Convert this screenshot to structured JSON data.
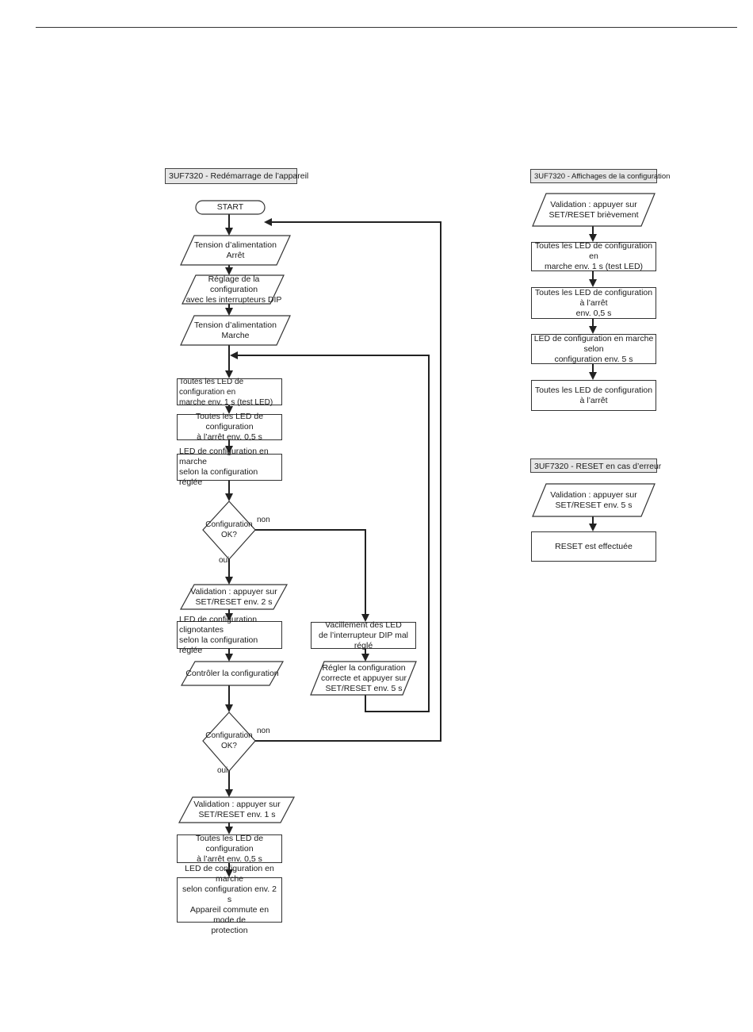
{
  "left_flow": {
    "title": "3UF7320 - Redémarrage de l’appareil",
    "start": "START",
    "steps": {
      "s1": "Tension d’alimentation\nArrêt",
      "s2": "Réglage de la configuration\navec les interrupteurs DIP",
      "s3": "Tension d’alimentation\nMarche",
      "s4": "Toutes les LED de configuration en\nmarche env. 1 s (test LED)",
      "s5": "Toutes les LED de configuration\nà l’arrêt env. 0,5 s",
      "s6": "LED de configuration en marche\nselon la configuration réglée",
      "d1": "Configuration\nOK?",
      "s7": "Validation : appuyer sur\nSET/RESET env. 2 s",
      "s8": "LED de configuration clignotantes\nselon la configuration réglée",
      "s9": "Contrôler la configuration",
      "d2": "Configuration\nOK?",
      "s10": "Validation :  appuyer sur\nSET/RESET env. 1 s",
      "s11": "Toutes les LED de configuration\nà l’arrêt env. 0,5 s",
      "s12": "LED de configuration en marche\nselon configuration env. 2 s\nAppareil commute en mode de\nprotection",
      "e1": "Vacillement des LED\nde l’interrupteur DIP mal réglé",
      "e2": "Régler la configuration\ncorrecte et appuyer sur\nSET/RESET env. 5 s"
    },
    "labels": {
      "non1": "non",
      "oui1": "oui",
      "non2": "non",
      "oui2": "oui"
    }
  },
  "right_flow_display": {
    "title": "3UF7320 - Affichages de la configuration",
    "steps": {
      "r1": "Validation : appuyer sur\nSET/RESET brièvement",
      "r2": "Toutes les LED de configuration en\nmarche env. 1 s (test LED)",
      "r3": "Toutes les LED de configuration à l’arrêt\nenv. 0,5 s",
      "r4": "LED de configuration en marche selon\nconfiguration env. 5 s",
      "r5": "Toutes les LED de configuration à l’arrêt"
    }
  },
  "right_flow_reset": {
    "title": "3UF7320 - RESET en cas d’erreur",
    "steps": {
      "q1": "Validation : appuyer sur\nSET/RESET env. 5 s",
      "q2": "RESET est effectuée"
    }
  }
}
